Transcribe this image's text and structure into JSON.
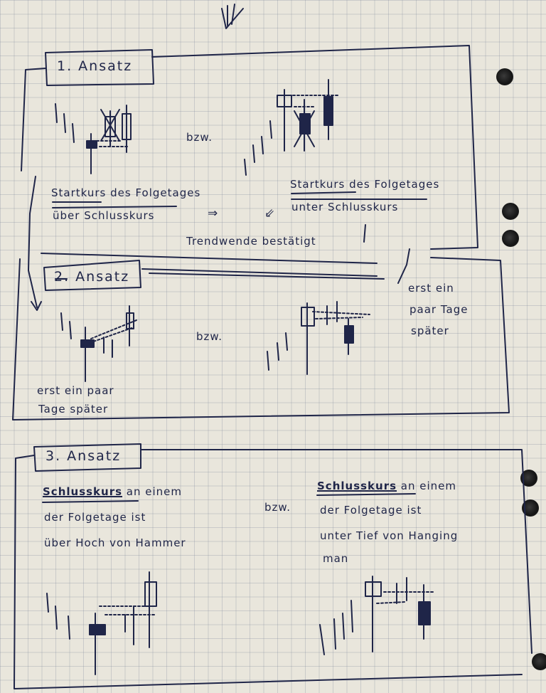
{
  "top_mark": "↓↓",
  "section1": {
    "header": "1. Ansatz",
    "bzw": "bzw.",
    "left_line1": "Startkurs des Folgetages",
    "left_line2": "über Schlusskurs",
    "arrow_right": "⇒",
    "arrow_down": "⇙",
    "right_line1": "Startkurs des Folgetages",
    "right_line2": "unter Schlusskurs",
    "confirm": "Trendwende bestätigt"
  },
  "section2": {
    "header": "2. Ansatz",
    "bzw": "bzw.",
    "left_note_line1": "erst ein paar",
    "left_note_line2": "Tage später",
    "right_note_line1": "erst ein",
    "right_note_line2": "paar Tage",
    "right_note_line3": "später"
  },
  "section3": {
    "header": "3. Ansatz",
    "bzw": "bzw.",
    "left_line1": "Schlusskurs an einem",
    "left_line2": "der Folgetage ist",
    "left_line3": "über Hoch von Hammer",
    "right_line1": "Schlusskurs an einem",
    "right_line2": "der Folgetage ist",
    "right_line3": "unter Tief von Hanging",
    "right_line4": "man"
  },
  "ink_color": "#1f2548"
}
